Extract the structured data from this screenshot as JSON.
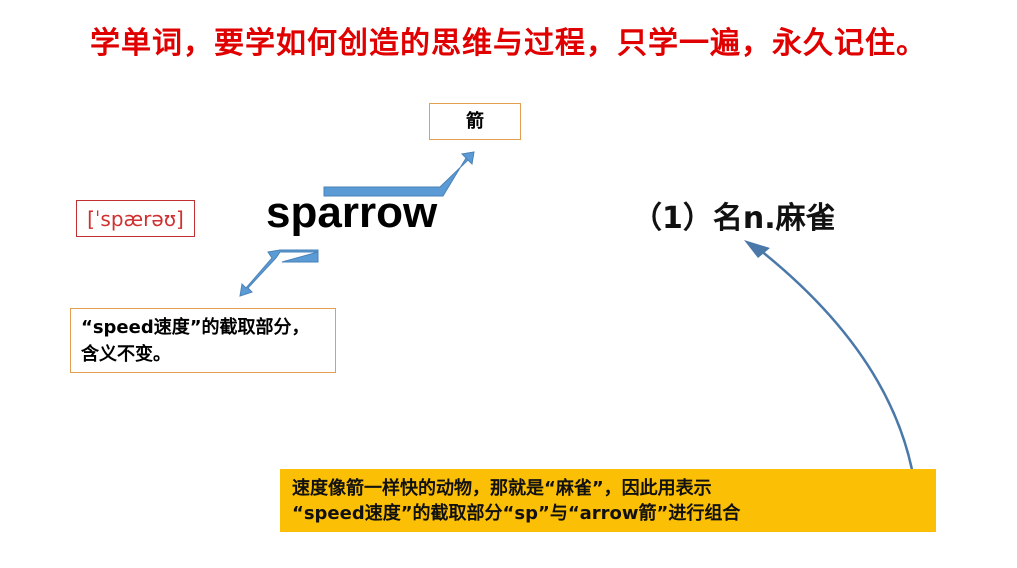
{
  "title": "学单词，要学如何创造的思维与过程，只学一遍，永久记住。",
  "word": "sparrow",
  "phonetic": "[ˈspærəʊ]",
  "part_box": "箭",
  "meaning": "（1）名n.麻雀",
  "note": "“speed速度”的截取部分，含义不变。",
  "explanation": {
    "line1": "速度像箭一样快的动物，那就是“麻雀”，因此用表示",
    "line2": "“speed速度”的截取部分“sp”与“arrow箭”进行组合"
  },
  "colors": {
    "title": "#e00000",
    "arrow": "#5b9bd5",
    "highlight": "#fbbf05"
  }
}
